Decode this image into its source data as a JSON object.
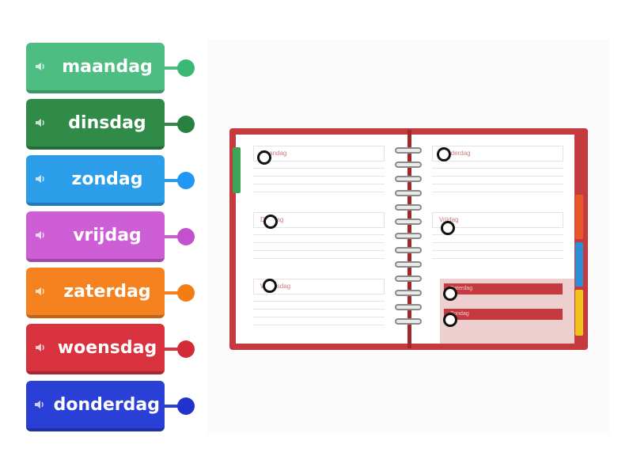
{
  "words": [
    {
      "label": "maandag",
      "color": "#4dbd82",
      "dot": "#3ab874"
    },
    {
      "label": "dinsdag",
      "color": "#2f8b47",
      "dot": "#26823e"
    },
    {
      "label": "zondag",
      "color": "#2b9de9",
      "dot": "#2196f3"
    },
    {
      "label": "vrijdag",
      "color": "#cd5ed6",
      "dot": "#c350cc"
    },
    {
      "label": "zaterdag",
      "color": "#f5821f",
      "dot": "#f47c15"
    },
    {
      "label": "woensdag",
      "color": "#d8323f",
      "dot": "#d32a38"
    },
    {
      "label": "donderdag",
      "color": "#2a3fd6",
      "dot": "#2233cc"
    }
  ],
  "planner": {
    "headers": [
      {
        "text": "Maandag"
      },
      {
        "text": "Dinsdag"
      },
      {
        "text": "Woensdag"
      },
      {
        "text": "Donderdag"
      },
      {
        "text": "Vrijdag"
      }
    ],
    "weekend": [
      {
        "text": "Zaterdag"
      },
      {
        "text": "Zondag"
      }
    ],
    "tab_colors": [
      "#3ca357",
      "#e8572a",
      "#2b8fd6",
      "#f2c31b"
    ]
  },
  "icons": {
    "speaker": "speaker-icon"
  }
}
